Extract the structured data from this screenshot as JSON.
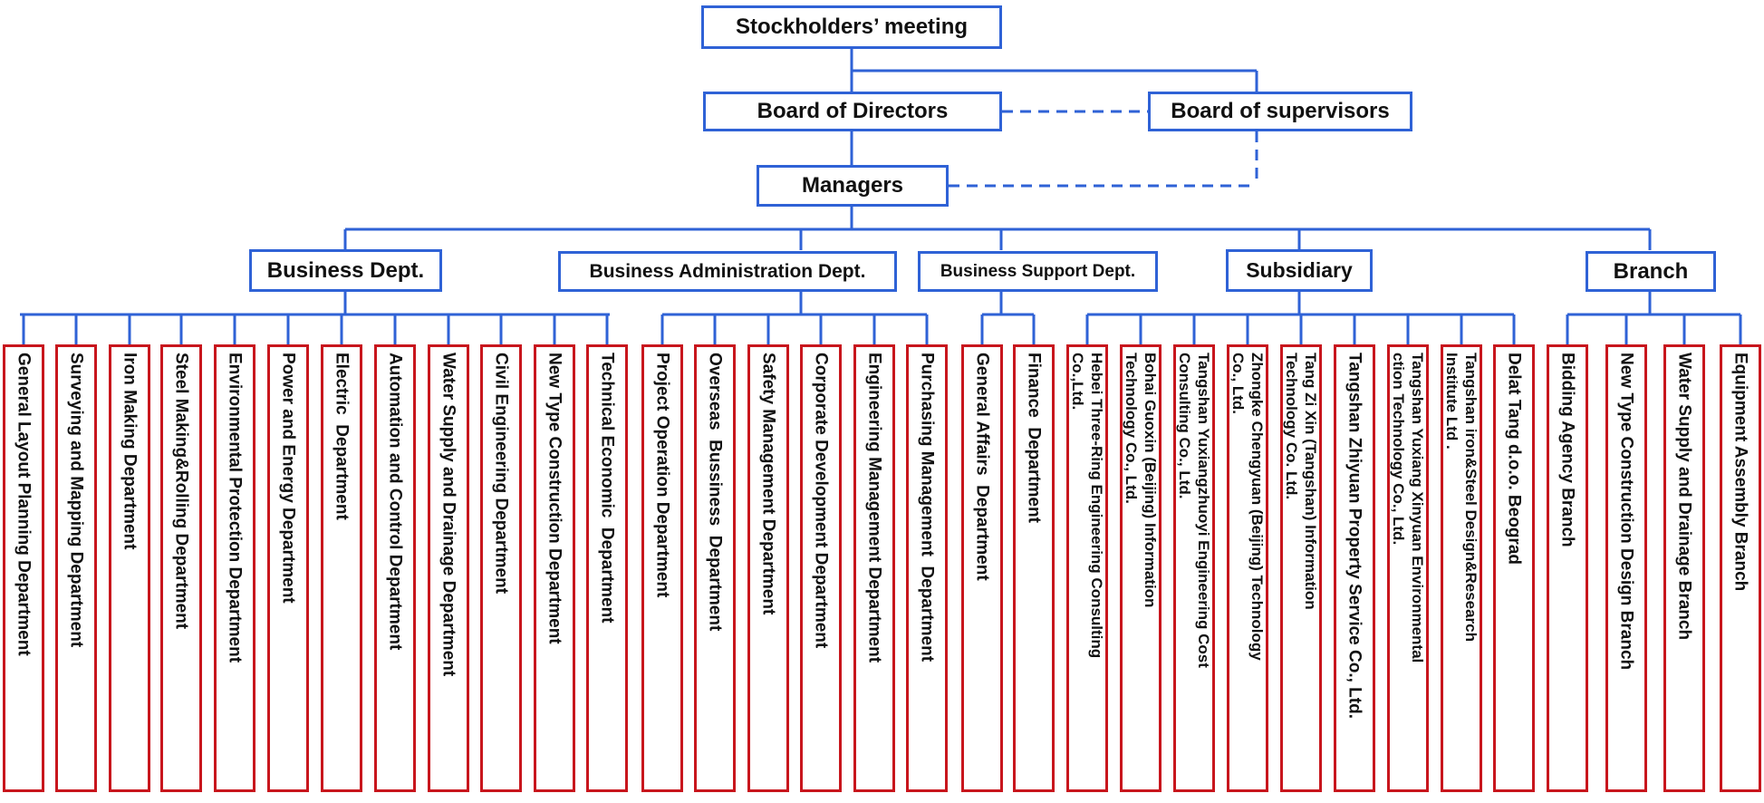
{
  "top": {
    "stockholders": "Stockholders’ meeting",
    "board_directors": "Board of Directors",
    "board_supervisors": "Board of supervisors",
    "managers": "Managers"
  },
  "groups": {
    "business": "Business Dept.",
    "admin": "Business Administration Dept.",
    "support": "Business Support Dept.",
    "subsidiary": "Subsidiary",
    "branch": "Branch"
  },
  "leaves": {
    "business": [
      "General Layout Planning Department",
      "Surveying and Mapping Department",
      "Iron Making Department",
      "Steel Making&Rolling Department",
      "Environmental Protection Department",
      "Power and Energy Department",
      "Electric  Department",
      "Automation and Control Department",
      "Water Supply and Drainage Department",
      "Civil Engineering Department",
      "New Type Construction Department",
      "Technical Economic  Department"
    ],
    "admin": [
      "Project Operation Department",
      "Overseas  Bussiness  Department",
      "Safety Management Department",
      "Corporate Development Department",
      "Engineering Management Department",
      "Purchasing Management  Department"
    ],
    "support": [
      "General Affairs  Department",
      "Finance  Department"
    ],
    "subsidiary": [
      "Hebei Three-Ring Engineering Consulting\nCo.,Ltd.",
      "Bohai Guoxin (Beijing) Information\nTechnology Co., Ltd.",
      "Tangshan Yuxiangzhuoyi Engineering Cost\nConsulting Co., Ltd.",
      "Zhongke Chengyuan (Beijing) Technology\nCo., Ltd.",
      "Tang Zi Xin (Tangshan) Information\nTechnology Co. Ltd.",
      "Tangshan Zhiyuan Property Service Co., Ltd.",
      "Tangshan Yuxiang Xinyuan Environmental\nction Technology Co., Ltd.",
      "Tangshan iron&Steel Design&Research\nInstitute Ltd .",
      "Delat Tang d.o.o. Beograd"
    ],
    "branch": [
      "Bidding Agency Branch",
      "New Type Construction Design Branch",
      "Water Supply and Drainage Branch",
      "Equipment Assembly Branch"
    ]
  },
  "colors": {
    "node_border": "#2f62d6",
    "leaf_border": "#c8161d",
    "connector": "#2f62d6"
  }
}
